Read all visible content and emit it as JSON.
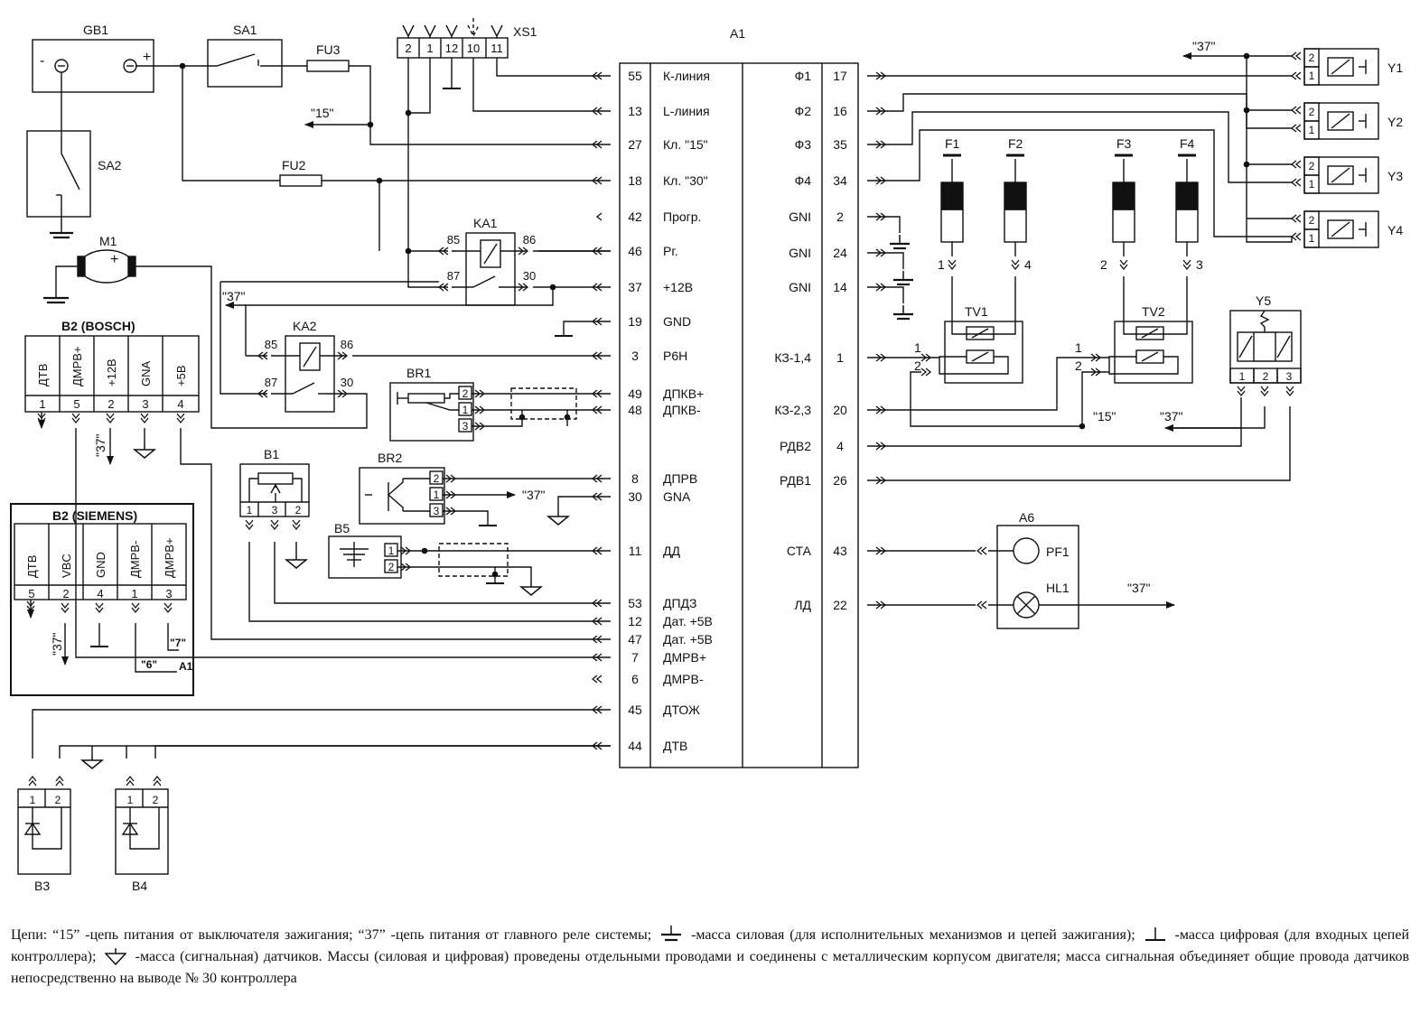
{
  "components": {
    "gb1": "GB1",
    "sa1": "SA1",
    "sa2": "SA2",
    "fu3": "FU3",
    "fu2": "FU2",
    "xs1": "XS1",
    "a1": "A1",
    "m1": "M1",
    "ka1": "KA1",
    "ka2": "KA2",
    "b2_bosch": "B2 (BOSCH)",
    "b2_siemens": "B2 (SIEMENS)",
    "br1": "BR1",
    "br2": "BR2",
    "b1": "B1",
    "b5": "B5",
    "b3": "B3",
    "b4": "B4",
    "a6": "A6",
    "pf1": "PF1",
    "hl1": "HL1",
    "f1": "F1",
    "f2": "F2",
    "f3": "F3",
    "f4": "F4",
    "tv1": "TV1",
    "tv2": "TV2",
    "y1": "Y1",
    "y2": "Y2",
    "y3": "Y3",
    "y4": "Y4",
    "y5": "Y5"
  },
  "symbols": {
    "minus": "-",
    "plus": "+"
  },
  "xs1_pins": [
    "2",
    "1",
    "12",
    "10",
    "11"
  ],
  "relay_pins": {
    "p85": "85",
    "p86": "86",
    "p87": "87",
    "p30": "30"
  },
  "controller_left": [
    {
      "pin": "55",
      "name": "К-линия"
    },
    {
      "pin": "13",
      "name": "L-линия"
    },
    {
      "pin": "27",
      "name": "Кл. \"15\""
    },
    {
      "pin": "18",
      "name": "Кл. \"30\""
    },
    {
      "pin": "42",
      "name": "Прогр."
    },
    {
      "pin": "46",
      "name": "Рг."
    },
    {
      "pin": "37",
      "name": "+12В"
    },
    {
      "pin": "19",
      "name": "GND"
    },
    {
      "pin": "3",
      "name": "Р6Н"
    },
    {
      "pin": "49",
      "name": "ДПКВ+"
    },
    {
      "pin": "48",
      "name": "ДПКВ-"
    },
    {
      "pin": "8",
      "name": "ДПРВ"
    },
    {
      "pin": "30",
      "name": "GNA"
    },
    {
      "pin": "11",
      "name": "ДД"
    },
    {
      "pin": "53",
      "name": "ДПДЗ"
    },
    {
      "pin": "12",
      "name": "Дат. +5В"
    },
    {
      "pin": "47",
      "name": "Дат. +5В"
    },
    {
      "pin": "7",
      "name": "ДМРВ+"
    },
    {
      "pin": "6",
      "name": "ДМРВ-"
    },
    {
      "pin": "45",
      "name": "ДТОЖ"
    },
    {
      "pin": "44",
      "name": "ДТВ"
    }
  ],
  "controller_right": [
    {
      "pin": "17",
      "name": "Ф1"
    },
    {
      "pin": "16",
      "name": "Ф2"
    },
    {
      "pin": "35",
      "name": "Ф3"
    },
    {
      "pin": "34",
      "name": "Ф4"
    },
    {
      "pin": "2",
      "name": "GNI"
    },
    {
      "pin": "24",
      "name": "GNI"
    },
    {
      "pin": "14",
      "name": "GNI"
    },
    {
      "pin": "1",
      "name": "КЗ-1,4"
    },
    {
      "pin": "20",
      "name": "КЗ-2,3"
    },
    {
      "pin": "4",
      "name": "РДВ2"
    },
    {
      "pin": "26",
      "name": "РДВ1"
    },
    {
      "pin": "43",
      "name": "СТА"
    },
    {
      "pin": "22",
      "name": "ЛД"
    }
  ],
  "bosch": {
    "cols": [
      {
        "name": "ДТВ",
        "pin": "1"
      },
      {
        "name": "ДМРВ+",
        "pin": "5"
      },
      {
        "name": "+12В",
        "pin": "2"
      },
      {
        "name": "GNA",
        "pin": "3"
      },
      {
        "name": "+5В",
        "pin": "4"
      }
    ]
  },
  "siemens": {
    "cols": [
      {
        "name": "ДТВ",
        "pin": "5"
      },
      {
        "name": "VBC",
        "pin": "2"
      },
      {
        "name": "GND",
        "pin": "4"
      },
      {
        "name": "ДМРВ-",
        "pin": "1"
      },
      {
        "name": "ДМРВ+",
        "pin": "3"
      }
    ],
    "note6": "\"6\"",
    "note7": "\"7\"",
    "note_a1": "А1"
  },
  "circuit_labels": {
    "c15": "\"15\"",
    "c37": "\"37\""
  },
  "pin_numbers": {
    "n1": "1",
    "n2": "2",
    "n3": "3",
    "n4": "4"
  },
  "legend": {
    "part1": "Цепи: “15” -цепь питания от выключателя зажигания; “37” -цепь питания от главного реле системы;",
    "part2": "-масса силовая (для исполнительных механизмов и цепей зажигания);",
    "part3": "-масса цифровая (для входных цепей контроллера);",
    "part4": "-масса (сигнальная) датчиков. Массы (силовая и цифровая) проведены отдельными проводами и соединены с металлическим корпусом двигателя; масса сигнальная объединяет общие провода датчиков непосредственно на выводе № 30 контроллера"
  }
}
